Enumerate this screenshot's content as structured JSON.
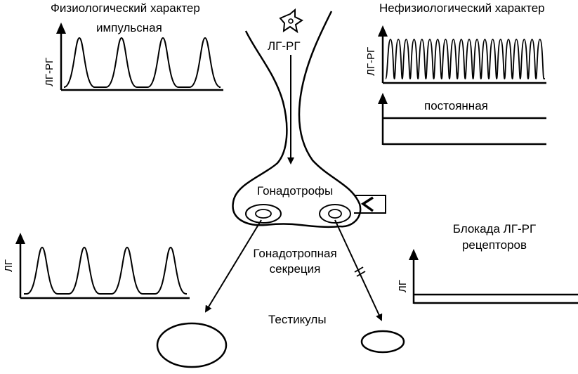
{
  "labels": {
    "physiological": "Физиологический характер",
    "pulsatile": "импульсная",
    "nonphysiological": "Нефизиологический характер",
    "constant": "постоянная",
    "lhrh_top": "ЛГ-РГ",
    "gonadotrophs": "Гонадотрофы",
    "gonadotropic_line1": "Гонадотропная",
    "gonadotropic_line2": "секреция",
    "testes": "Тестикулы",
    "blockade_line1": "Блокада ЛГ-РГ",
    "blockade_line2": "рецепторов",
    "axis_lhrh": "ЛГ-РГ",
    "axis_lh": "ЛГ"
  },
  "icons": [
    "neuron-cell-icon",
    "receptor-blocker-icon"
  ],
  "colors": {
    "ink": "#000000",
    "background": "#ffffff"
  }
}
